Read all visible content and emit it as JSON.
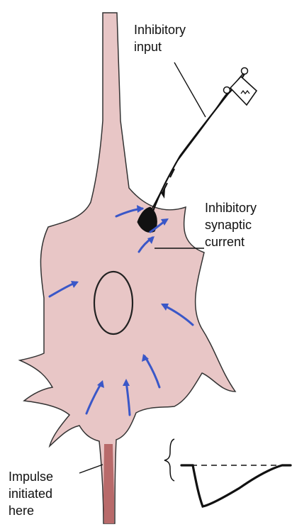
{
  "labels": {
    "inhibitory_input": [
      "Inhibitory",
      "input"
    ],
    "inhibitory_synaptic_current": [
      "Inhibitory",
      "synaptic",
      "current"
    ],
    "impulse_initiated_here": [
      "Impulse",
      "initiated",
      "here"
    ]
  },
  "colors": {
    "cell_fill": "#E8C6C6",
    "cell_outline": "#333333",
    "axon_hillock": "#B86A6A",
    "current_arrows": "#3A57C8",
    "ink": "#111111"
  }
}
